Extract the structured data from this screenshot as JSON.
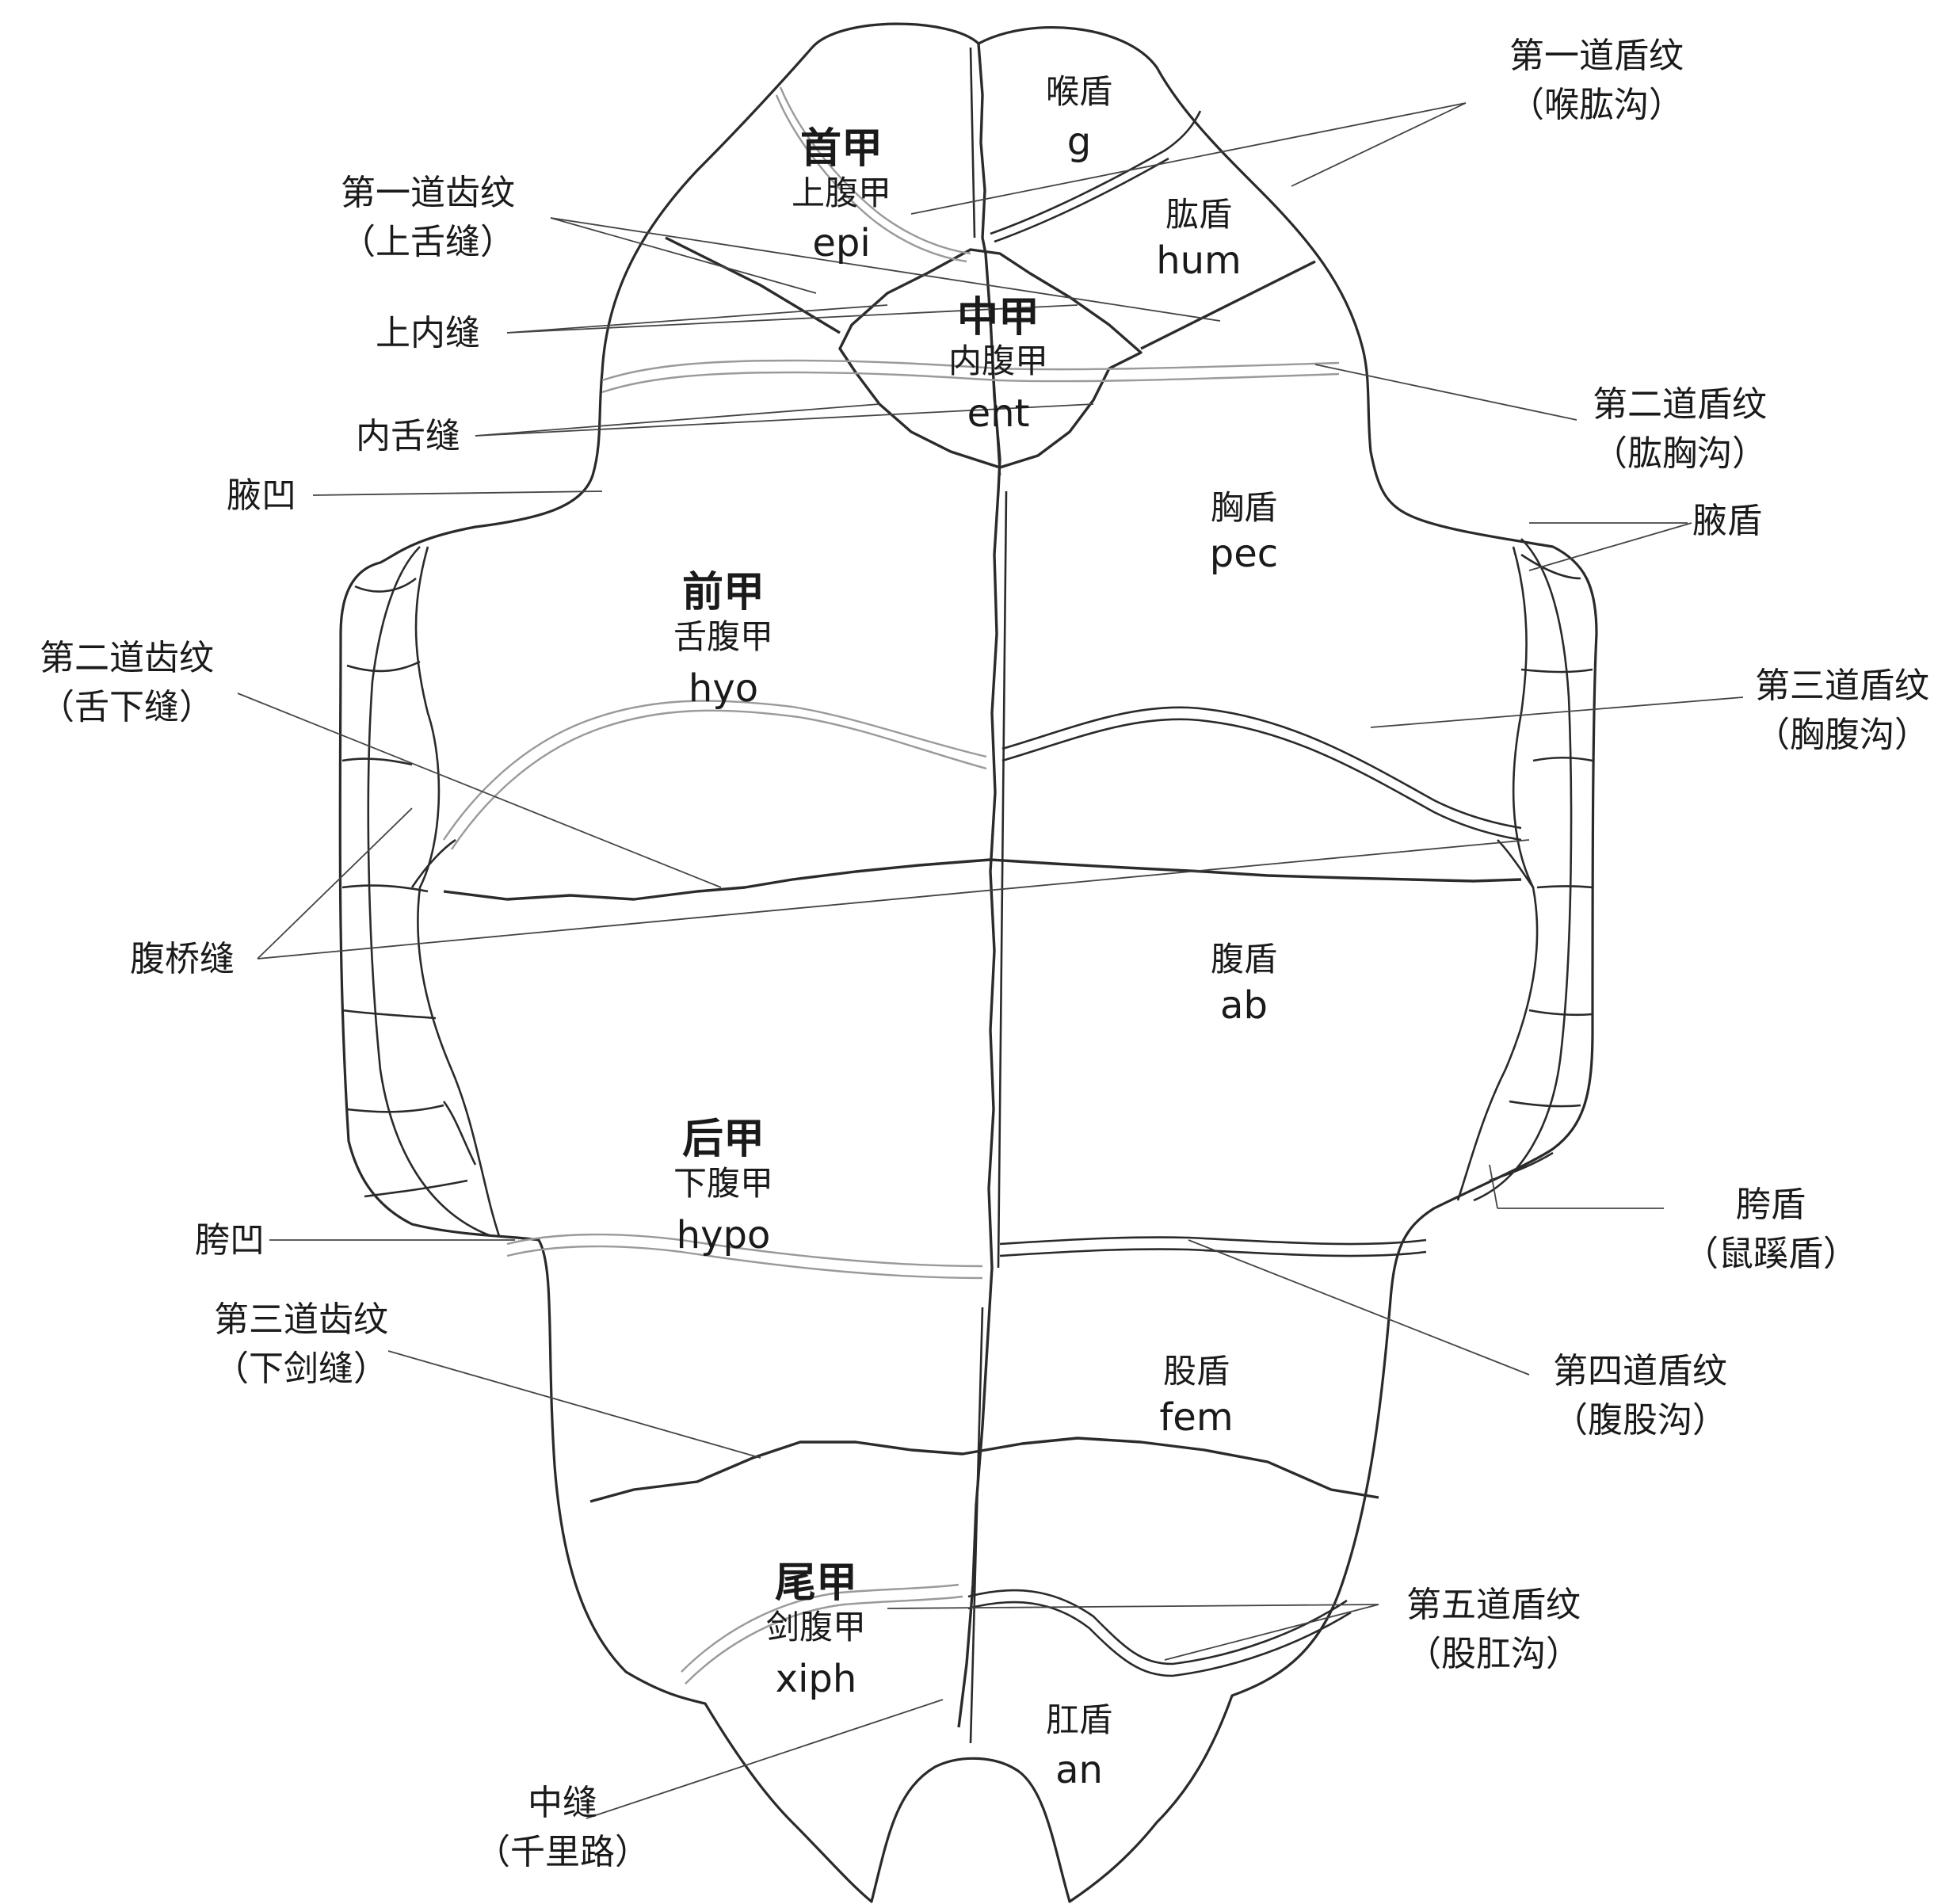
{
  "bones": {
    "epi": {
      "cn": "首甲",
      "cn2": "上腹甲",
      "abbr": "epi"
    },
    "ent": {
      "cn": "中甲",
      "cn2": "内腹甲",
      "abbr": "ent"
    },
    "hyo": {
      "cn": "前甲",
      "cn2": "舌腹甲",
      "abbr": "hyo"
    },
    "hypo": {
      "cn": "后甲",
      "cn2": "下腹甲",
      "abbr": "hypo"
    },
    "xiph": {
      "cn": "尾甲",
      "cn2": "剑腹甲",
      "abbr": "xiph"
    }
  },
  "scutes": {
    "g": {
      "cn": "喉盾",
      "abbr": "g"
    },
    "hum": {
      "cn": "肱盾",
      "abbr": "hum"
    },
    "pec": {
      "cn": "胸盾",
      "abbr": "pec"
    },
    "ab": {
      "cn": "腹盾",
      "abbr": "ab"
    },
    "fem": {
      "cn": "股盾",
      "abbr": "fem"
    },
    "an": {
      "cn": "肛盾",
      "abbr": "an"
    }
  },
  "labels": {
    "suture1": {
      "l1": "第一道齿纹",
      "l2": "（上舌缝）"
    },
    "sup_inner": {
      "l1": "上内缝"
    },
    "inner_hyo": {
      "l1": "内舌缝"
    },
    "axilla": {
      "l1": "腋凹"
    },
    "suture2": {
      "l1": "第二道齿纹",
      "l2": "（舌下缝）"
    },
    "bridge": {
      "l1": "腹桥缝"
    },
    "groin": {
      "l1": "胯凹"
    },
    "suture3": {
      "l1": "第三道齿纹",
      "l2": "（下剑缝）"
    },
    "midseam": {
      "l1": "中缝",
      "l2": "（千里路）"
    },
    "furrow1": {
      "l1": "第一道盾纹",
      "l2": "（喉肱沟）"
    },
    "furrow2": {
      "l1": "第二道盾纹",
      "l2": "（肱胸沟）"
    },
    "axillary": {
      "l1": "腋盾"
    },
    "furrow3": {
      "l1": "第三道盾纹",
      "l2": "（胸腹沟）"
    },
    "inguinal": {
      "l1": "胯盾",
      "l2": "（鼠蹊盾）"
    },
    "furrow4": {
      "l1": "第四道盾纹",
      "l2": "（腹股沟）"
    },
    "furrow5": {
      "l1": "第五道盾纹",
      "l2": "（股肛沟）"
    }
  }
}
